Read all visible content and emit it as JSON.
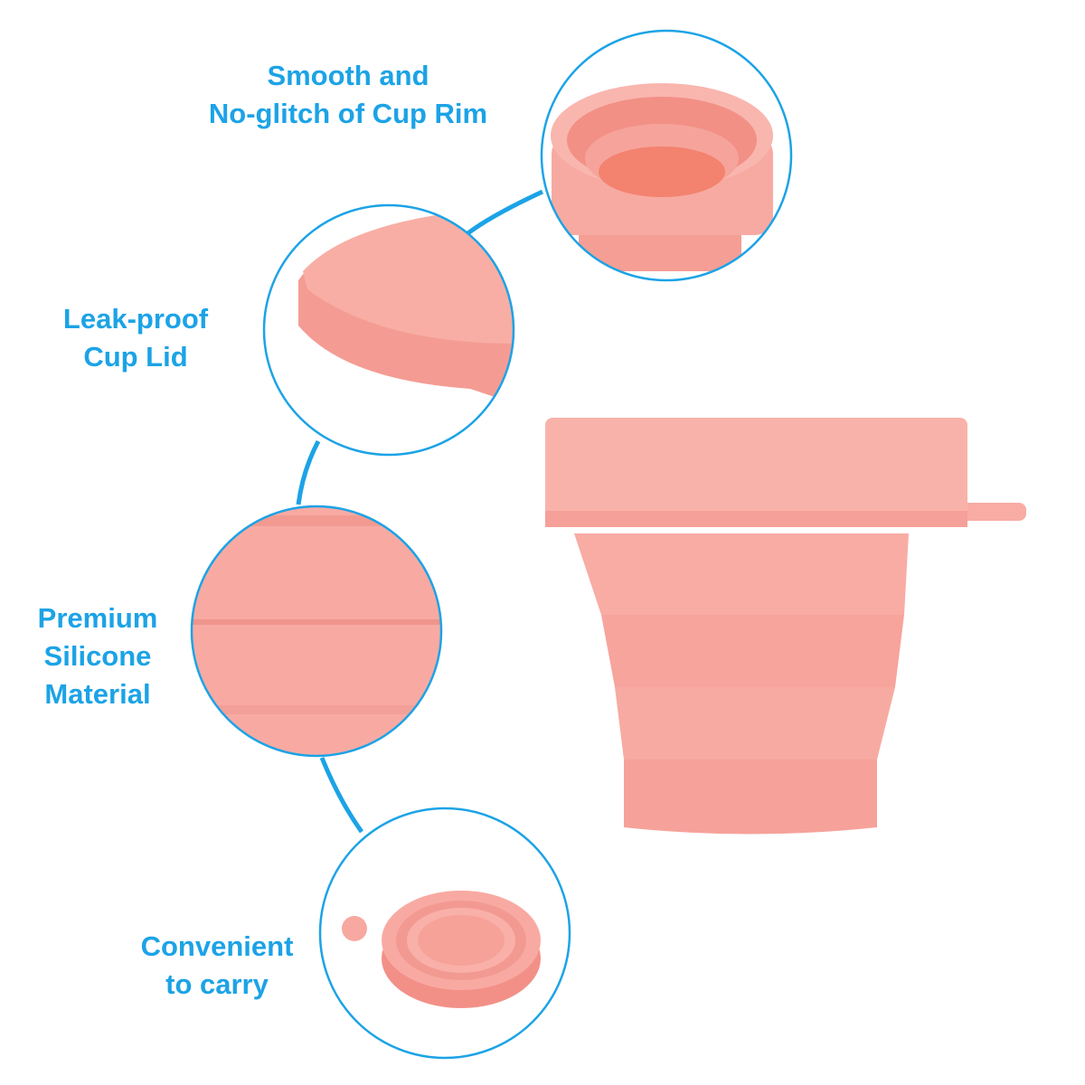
{
  "colors": {
    "accent": "#1ca3e6",
    "cup_pink": "#f6a49c",
    "cup_shade": "#ee9088"
  },
  "features": [
    {
      "lines": [
        "Smooth and",
        "No-glitch of Cup Rim"
      ]
    },
    {
      "lines": [
        "Leak-proof",
        "Cup Lid"
      ]
    },
    {
      "lines": [
        "Premium",
        "Silicone",
        "Material"
      ]
    },
    {
      "lines": [
        "Convenient",
        "to carry"
      ]
    }
  ]
}
